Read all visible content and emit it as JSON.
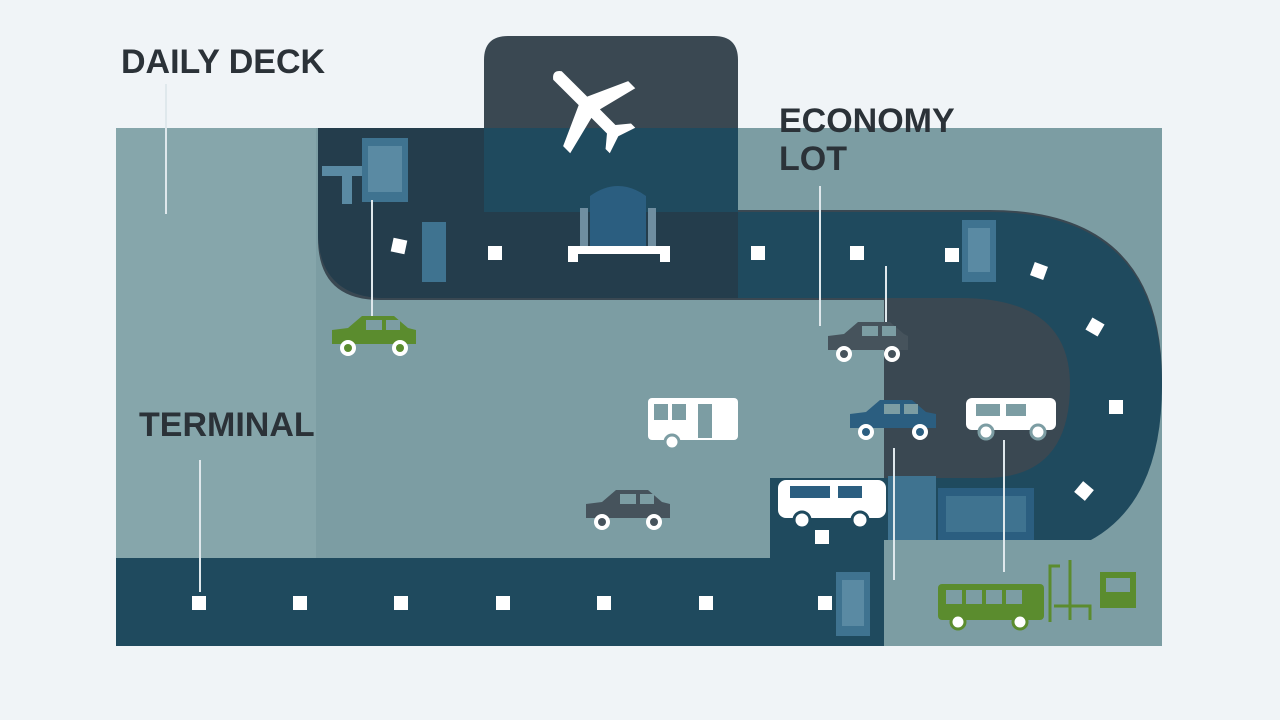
{
  "map": {
    "labels": {
      "daily_deck": "DAILY DECK",
      "economy_line1": "ECONOMY",
      "economy_line2": "LOT",
      "terminal": "TERMINAL"
    },
    "colors": {
      "background": "#f0f4f7",
      "lot_fill": "#7c9da3",
      "terminal_block": "#3a4852",
      "road": "#1f4a5e",
      "road_light": "#2d5f76",
      "marker": "#ffffff",
      "car_green": "#5b8c2e",
      "car_grey": "#46535c",
      "car_blue": "#2b5e80",
      "label_text": "#2b3238"
    },
    "icons": [
      "airplane-icon",
      "gate-icon",
      "shuttle-bus-icon",
      "car-icon",
      "parking-booth-icon",
      "fuel-pump-icon"
    ]
  }
}
